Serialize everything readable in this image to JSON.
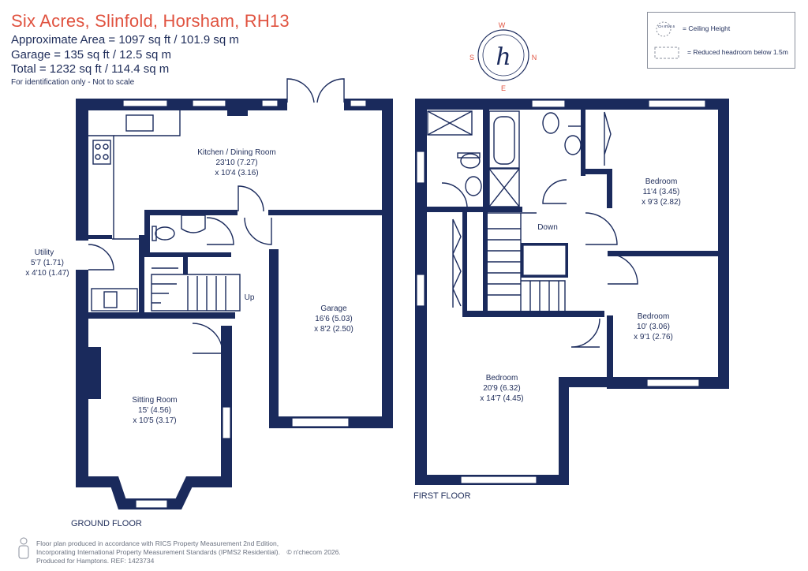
{
  "header": {
    "title": "Six Acres, Slinfold, Horsham, RH13",
    "area": "Approximate Area = 1097 sq ft / 101.9 sq m",
    "garage": "Garage = 135 sq ft / 12.5 sq m",
    "total": "Total = 1232 sq ft / 114.4 sq m",
    "identification": "For identification only - Not to scale"
  },
  "legend": {
    "ceiling_badge": "CH 8'5/2.6",
    "ceiling_height": "= Ceiling Height",
    "reduced_headroom": "= Reduced headroom below 1.5m"
  },
  "compass": {
    "w": "W",
    "s": "S",
    "n": "N",
    "e": "E",
    "logo": "h"
  },
  "ground_floor": {
    "label": "GROUND FLOOR",
    "kitchen": {
      "name": "Kitchen / Dining Room",
      "dim1": "23'10 (7.27)",
      "dim2": "x 10'4 (3.16)"
    },
    "utility": {
      "name": "Utility",
      "dim1": "5'7 (1.71)",
      "dim2": "x 4'10 (1.47)"
    },
    "garage": {
      "name": "Garage",
      "dim1": "16'6 (5.03)",
      "dim2": "x 8'2 (2.50)"
    },
    "sitting": {
      "name": "Sitting Room",
      "dim1": "15' (4.56)",
      "dim2": "x 10'5 (3.17)"
    },
    "stairs": "Up"
  },
  "first_floor": {
    "label": "FIRST FLOOR",
    "bedroom1": {
      "name": "Bedroom",
      "dim1": "11'4 (3.45)",
      "dim2": "x 9'3 (2.82)"
    },
    "bedroom2": {
      "name": "Bedroom",
      "dim1": "10' (3.06)",
      "dim2": "x 9'1 (2.76)"
    },
    "bedroom3": {
      "name": "Bedroom",
      "dim1": "20'9 (6.32)",
      "dim2": "x 14'7 (4.45)"
    },
    "stairs": "Down"
  },
  "footer": {
    "line1": "Floor plan produced in accordance with RICS Property Measurement 2nd Edition,",
    "line2": "Incorporating International Property Measurement Standards (IPMS2 Residential).",
    "copyright": "© n'checom 2026.",
    "line3": "Produced for Hamptons.  REF:  1423734"
  },
  "colors": {
    "accent": "#e0523f",
    "wall": "#1a2a5c"
  }
}
